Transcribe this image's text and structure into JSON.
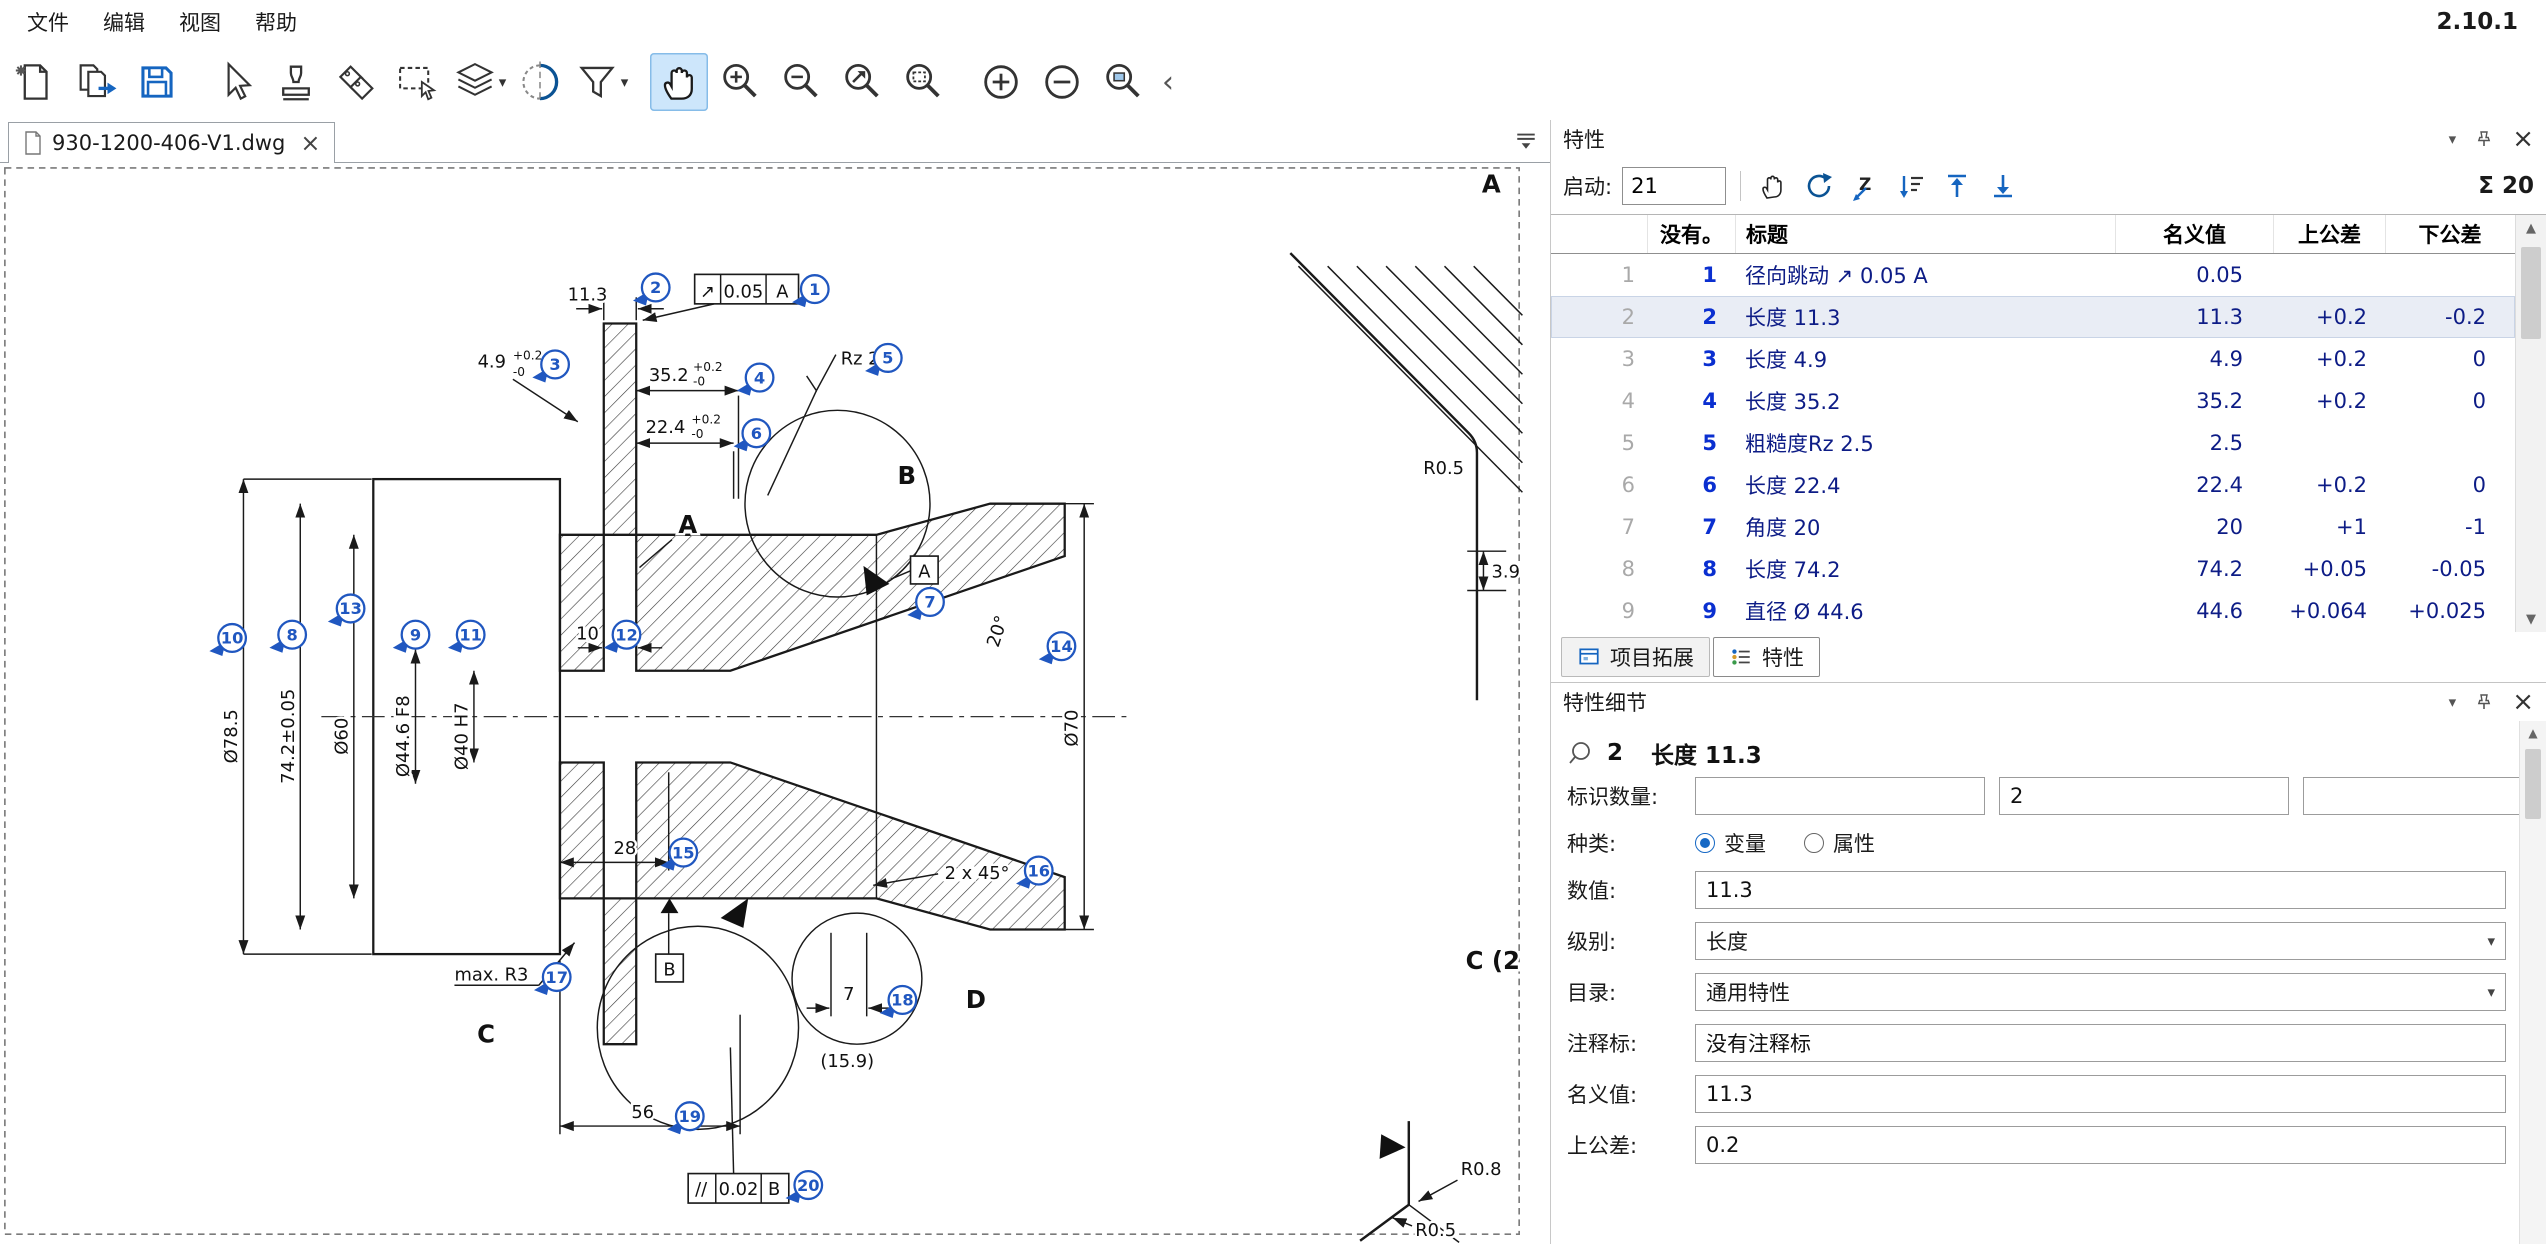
{
  "app": {
    "version": "2.10.1"
  },
  "menu": {
    "items": [
      "文件",
      "编辑",
      "视图",
      "帮助"
    ]
  },
  "doc_tab": {
    "name": "930-1200-406-V1.dwg"
  },
  "ui": {
    "caret": "▾",
    "close": "×",
    "up": "▲",
    "down": "▼",
    "chevron_left": "‹",
    "z_icon": "Z"
  },
  "char_panel": {
    "title": "特性",
    "start_label": "启动:",
    "start_value": "21",
    "sigma": "Σ 20",
    "headers": {
      "no": "没有。",
      "title": "标题",
      "nominal": "名义值",
      "upper": "上公差",
      "lower": "下公差"
    },
    "rows": [
      {
        "idx": "1",
        "no": "1",
        "title": "径向跳动 ↗ 0.05 A",
        "nominal": "0.05",
        "upper": "",
        "lower": ""
      },
      {
        "idx": "2",
        "no": "2",
        "title": "长度 11.3",
        "nominal": "11.3",
        "upper": "+0.2",
        "lower": "-0.2"
      },
      {
        "idx": "3",
        "no": "3",
        "title": "长度 4.9",
        "nominal": "4.9",
        "upper": "+0.2",
        "lower": "0"
      },
      {
        "idx": "4",
        "no": "4",
        "title": "长度 35.2",
        "nominal": "35.2",
        "upper": "+0.2",
        "lower": "0"
      },
      {
        "idx": "5",
        "no": "5",
        "title": "粗糙度Rz 2.5",
        "nominal": "2.5",
        "upper": "",
        "lower": ""
      },
      {
        "idx": "6",
        "no": "6",
        "title": "长度 22.4",
        "nominal": "22.4",
        "upper": "+0.2",
        "lower": "0"
      },
      {
        "idx": "7",
        "no": "7",
        "title": "角度 20",
        "nominal": "20",
        "upper": "+1",
        "lower": "-1"
      },
      {
        "idx": "8",
        "no": "8",
        "title": "长度 74.2",
        "nominal": "74.2",
        "upper": "+0.05",
        "lower": "-0.05"
      },
      {
        "idx": "9",
        "no": "9",
        "title": "直径 Ø 44.6",
        "nominal": "44.6",
        "upper": "+0.064",
        "lower": "+0.025"
      }
    ],
    "tabs": {
      "project": "项目拓展",
      "characteristics": "特性"
    }
  },
  "details_panel": {
    "title": "特性细节",
    "item_no": "2",
    "item_title": "长度 11.3",
    "labels": {
      "id_count": "标识数量:",
      "kind": "种类:",
      "value": "数值:",
      "level": "级别:",
      "catalog": "目录:",
      "note": "注释标:",
      "nominal": "名义值:",
      "upper": "上公差:"
    },
    "values": {
      "id_count_1": "",
      "id_count_2": "2",
      "id_count_3": "",
      "kind_variable": "变量",
      "kind_attribute": "属性",
      "value": "11.3",
      "level": "长度",
      "catalog": "通用特性",
      "note": "没有注释标",
      "nominal": "11.3",
      "upper": "0.2"
    }
  },
  "drawing": {
    "balloons": [
      "1",
      "2",
      "3",
      "4",
      "5",
      "6",
      "7",
      "8",
      "9",
      "10",
      "11",
      "12",
      "13",
      "14",
      "15",
      "16",
      "17",
      "18",
      "19",
      "20"
    ],
    "labels": {
      "fcf_sym": "↗",
      "fcf_val": "0.05",
      "fcf_ref": "A",
      "len113": "11.3",
      "len49": "4.9",
      "len49_up": "+0.2",
      "len49_lo": "-0",
      "len352": "35.2",
      "len352_up": "+0.2",
      "len352_lo": "-0",
      "len224": "22.4",
      "len224_up": "+0.2",
      "len224_lo": "-0",
      "rz": "Rz 2.5",
      "dia785": "Ø78.5",
      "len742": "74.2±0.05",
      "dia60": "Ø60",
      "dia446": "Ø44.6 F8",
      "dia40": "Ø40 H7",
      "len10": "10",
      "len28": "28",
      "chamfer": "2 x 45°",
      "dia70": "Ø70",
      "angle20": "20°",
      "maxr3": "max. R3",
      "len7": "7",
      "ref159": "(15.9)",
      "len56": "56",
      "par_sym": "//",
      "par_val": "0.02",
      "par_ref": "B",
      "datumA": "A",
      "datumB": "B",
      "viewA": "A",
      "viewB": "B",
      "viewC": "C",
      "viewD": "D",
      "cornerA": "A",
      "r05_top": "R0.5",
      "dim39": "3.9",
      "r08": "R0.8",
      "r05_bot": "R0.5",
      "c2": "C (2"
    }
  }
}
